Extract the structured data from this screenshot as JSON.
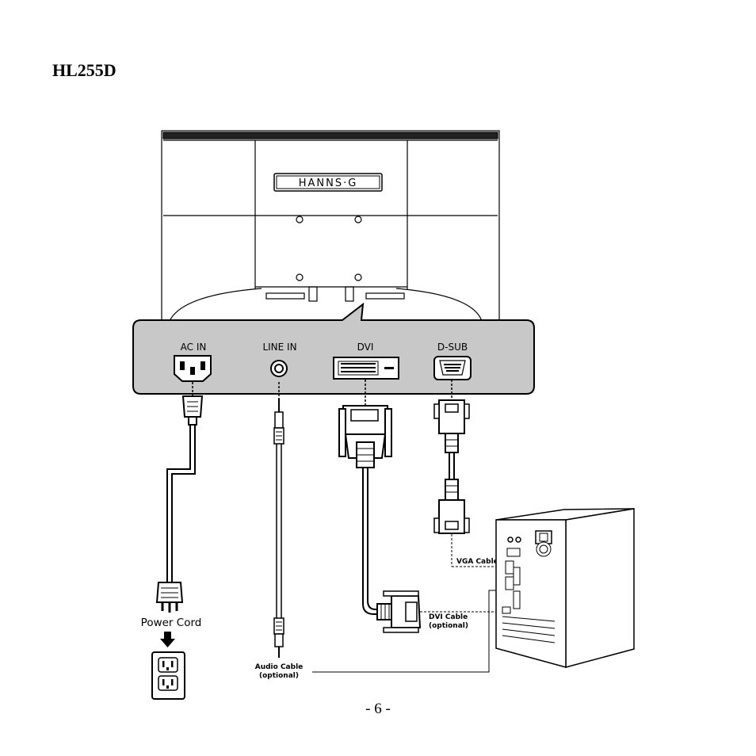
{
  "document": {
    "model": "HL255D",
    "page_number": "- 6 -"
  },
  "monitor": {
    "brand_logo": "HANNS·G"
  },
  "ports": {
    "ac_in": "AC IN",
    "line_in": "LINE IN",
    "dvi": "DVI",
    "dsub": "D-SUB"
  },
  "cables": {
    "power_cord": "Power Cord",
    "audio_line1": "Audio Cable",
    "audio_line2": "(optional)",
    "dvi_line1": "DVI Cable",
    "dvi_line2": "(optional)",
    "vga": "VGA Cable"
  },
  "colors": {
    "panel_fill": "#c8c8c8",
    "line": "#000000"
  }
}
